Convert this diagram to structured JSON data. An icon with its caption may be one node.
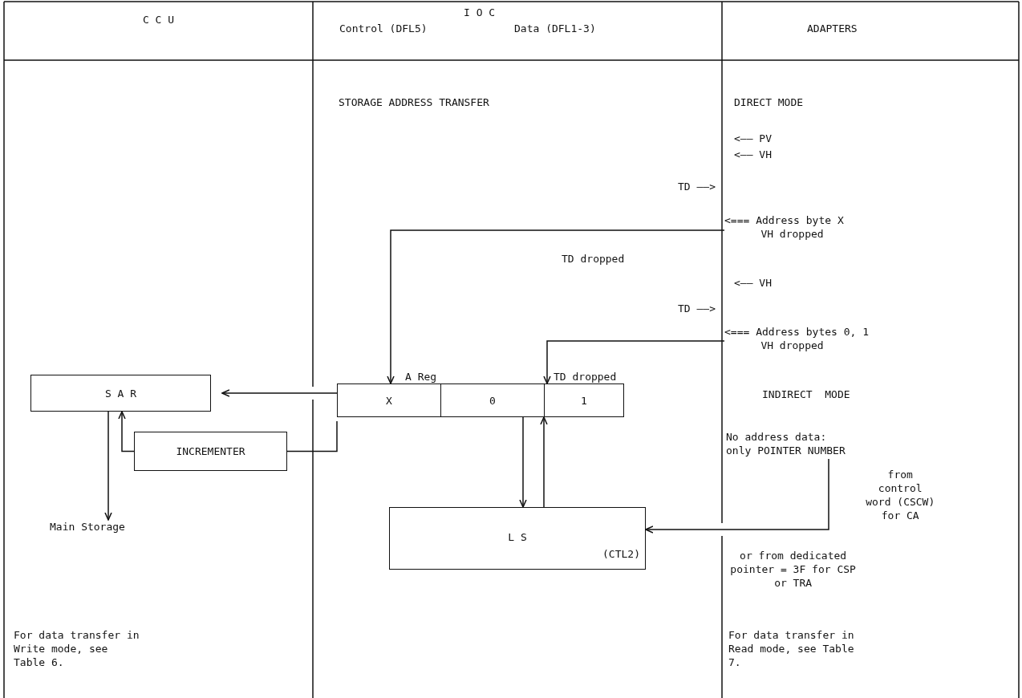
{
  "diagram": {
    "nodes": [
      {
        "text": [
          "<=== Address byte X",
          "VH dropped"
        ]
      },
      {
        "text": [
          "<=== Address bytes 0, 1",
          "VH dropped"
        ]
      },
      {
        "text": [
          "S A R"
        ]
      },
      {
        "text": [
          "X"
        ]
      },
      {
        "text": [
          "0"
        ]
      },
      {
        "text": [
          "1"
        ]
      },
      {
        "text": [
          "INCREMENTER"
        ]
      },
      {
        "text": [
          "No address data: only POINTER NUMBER"
        ]
      },
      {
        "text": [
          "L S",
          "(CTL2)"
        ]
      },
      {
        "text": [
          "Main Storage"
        ]
      }
    ],
    "edges": [
      {
        "from": 0,
        "to": 3,
        "arrow": "to"
      },
      {
        "from": 1,
        "to": 5,
        "arrow": "to"
      },
      {
        "from": 3,
        "to": 2,
        "arrow": "to"
      },
      {
        "from": 3,
        "to": 6,
        "arrow": "none"
      },
      {
        "from": 6,
        "to": 2,
        "arrow": "to"
      },
      {
        "from": 2,
        "to": 9,
        "arrow": "to"
      },
      {
        "from": 4,
        "to": 8,
        "arrow": "to"
      },
      {
        "from": 8,
        "to": 4,
        "arrow": "to"
      },
      {
        "from": 7,
        "to": 8,
        "arrow": "to"
      }
    ],
    "labels": [
      "C C U",
      "I O C",
      "Control (DFL5)",
      "Data (DFL1-3)",
      "ADAPTERS",
      "STORAGE ADDRESS TRANSFER",
      "DIRECT MODE",
      "<—— PV",
      "<—— VH",
      "TD ——>",
      "TD dropped",
      "<—— VH",
      "TD ——>",
      "A Reg",
      "TD dropped",
      "INDIRECT  MODE",
      "from control word (CSCW) for CA",
      "or from dedicated pointer = 3F for CSP or TRA",
      "For data transfer in Write mode, see Table 6.",
      "For data transfer in Read mode, see Table 7."
    ]
  }
}
